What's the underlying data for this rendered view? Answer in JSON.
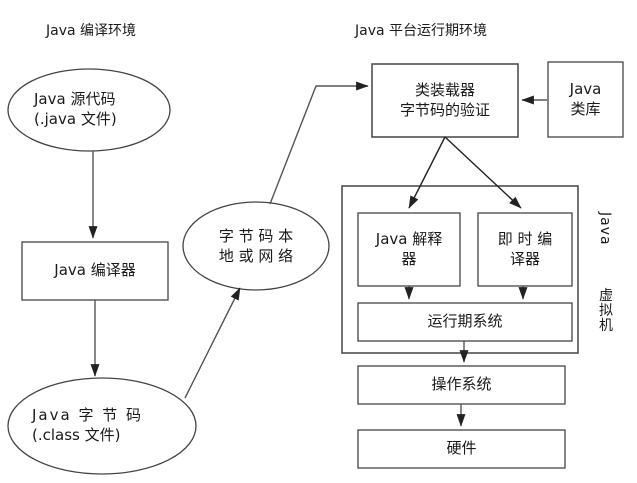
{
  "diagram": {
    "title_left": "Java 编译环境",
    "title_right": "Java 平台运行期环境",
    "jvm_vertical_label_latin": "Java",
    "jvm_vertical_label_cjk": "虚拟机",
    "nodes": {
      "source_code": {
        "line1": "Java  源代码",
        "line2": "(.java 文件)",
        "shape": "ellipse"
      },
      "compiler": {
        "line1": "Java 编译器",
        "shape": "rect"
      },
      "bytecode_file": {
        "line1": "Java  字 节 码",
        "line2": "(.class 文件)",
        "shape": "ellipse"
      },
      "bytecode_net": {
        "line1": "字 节 码 本",
        "line2": "地 或 网 络",
        "shape": "ellipse"
      },
      "class_loader": {
        "line1": "类装载器",
        "line2": "字节码的验证",
        "shape": "rect"
      },
      "java_library": {
        "line1": "Java",
        "line2": "类库",
        "shape": "rect"
      },
      "interpreter": {
        "line1": "Java 解释",
        "line2": "器",
        "shape": "rect"
      },
      "jit_compiler": {
        "line1": "即 时 编",
        "line2": "译器",
        "shape": "rect"
      },
      "runtime_system": {
        "line1": "运行期系统",
        "shape": "rect"
      },
      "operating_system": {
        "line1": "操作系统",
        "shape": "rect"
      },
      "hardware": {
        "line1": "硬件",
        "shape": "rect"
      }
    },
    "colors": {
      "stroke": "#444444",
      "text": "#1a1a1a",
      "background": "#ffffff"
    }
  }
}
